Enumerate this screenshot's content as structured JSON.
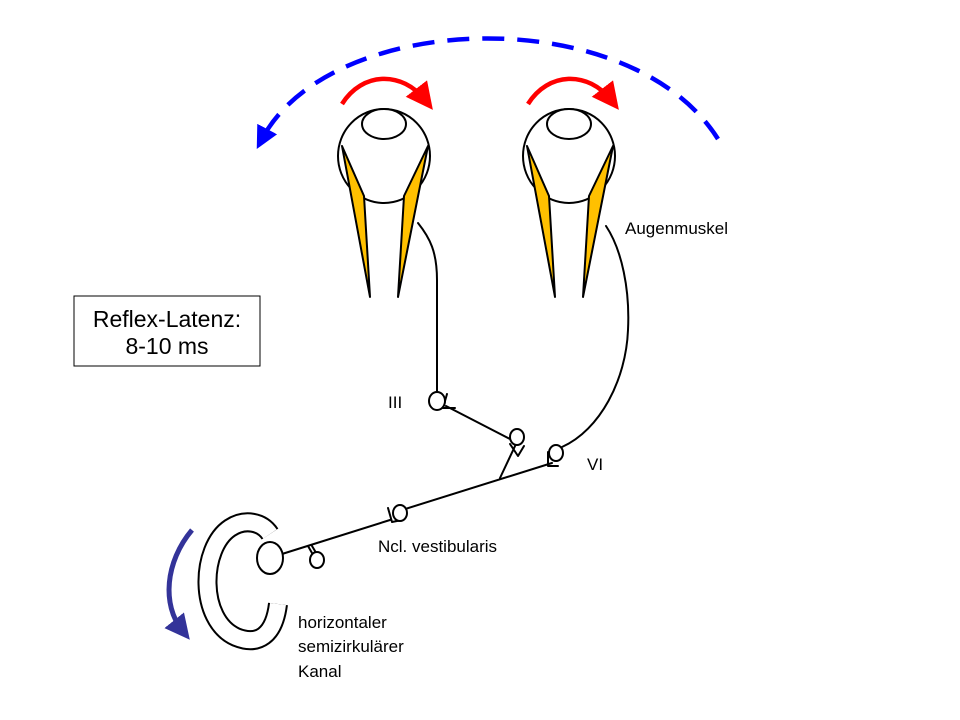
{
  "colors": {
    "muscle": "#FFC000",
    "eye_arrow": "#FF0000",
    "head_arrow": "#0000FF",
    "canal_arrow": "#333399"
  },
  "labels": {
    "muscle": "Augenmuskel",
    "latency_line1": "Reflex-Latenz:",
    "latency_line2": "8-10 ms",
    "nucleus_oculomotor": "III",
    "nucleus_abducens": "VI",
    "nucleus_vestibular": "Ncl. vestibularis",
    "canal_line1": "horizontaler",
    "canal_line2": "semizirkulärer",
    "canal_line3": "Kanal"
  }
}
